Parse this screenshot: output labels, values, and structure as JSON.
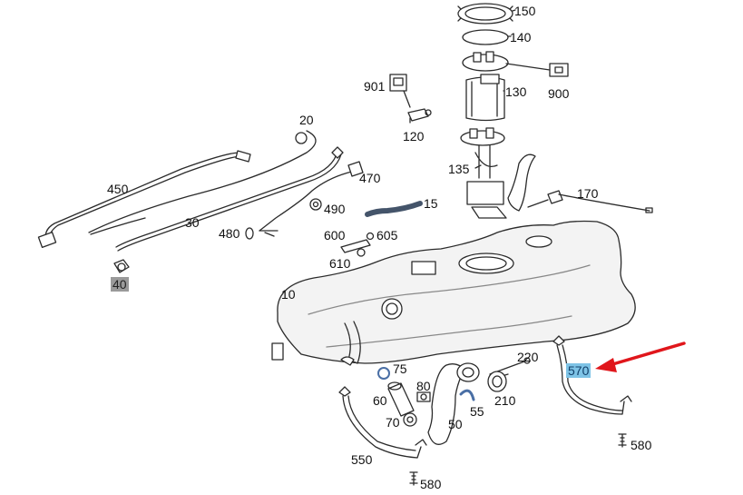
{
  "labels": {
    "p150": "150",
    "p140": "140",
    "p901": "901",
    "p900": "900",
    "p130": "130",
    "p120": "120",
    "p20": "20",
    "p450": "450",
    "p470": "470",
    "p135": "135",
    "p170": "170",
    "p490": "490",
    "p15": "15",
    "p30": "30",
    "p480": "480",
    "p600": "600",
    "p605": "605",
    "p610": "610",
    "p40": "40",
    "p10": "10",
    "p220": "220",
    "p75": "75",
    "p570": "570",
    "p80": "80",
    "p60": "60",
    "p210": "210",
    "p55": "55",
    "p70": "70",
    "p50": "50",
    "p580a": "580",
    "p550": "550",
    "p580b": "580"
  },
  "colors": {
    "highlight_grey": "#9a9a9a",
    "highlight_blue": "#7ec3e6",
    "arrow": "#e0161b",
    "line": "#2b2b2b",
    "tank_fill": "#f3f3f3"
  },
  "icons": {
    "arrow": "red-pointer-arrow"
  }
}
